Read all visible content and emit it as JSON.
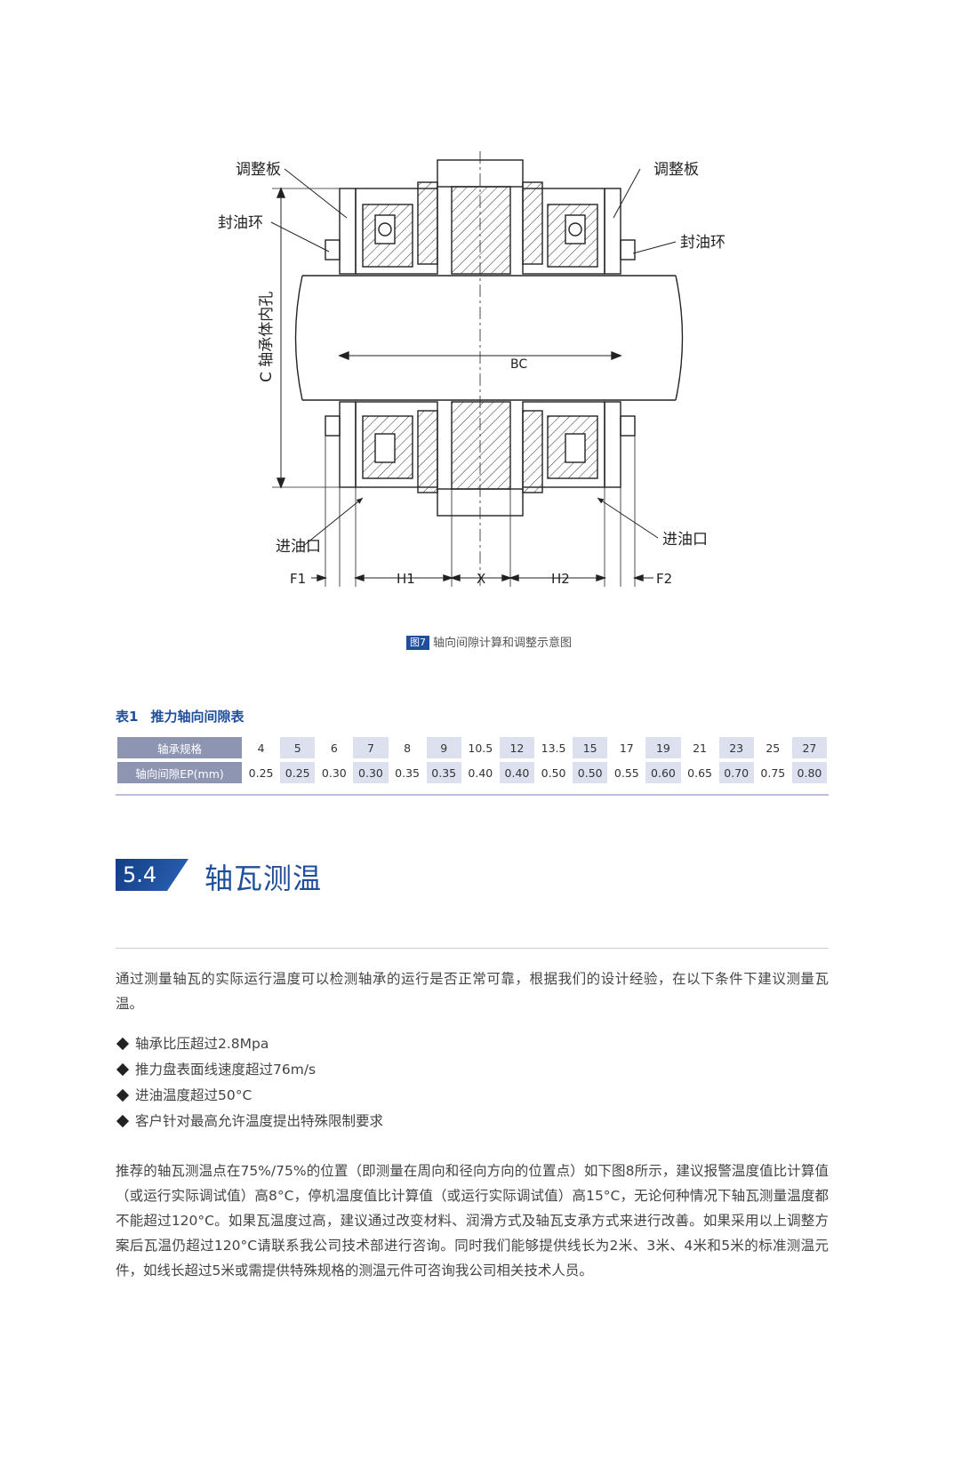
{
  "figure": {
    "labels": {
      "adjust_plate_left": "调整板",
      "adjust_plate_right": "调整板",
      "oil_ring_left": "封油环",
      "oil_ring_right": "封油环",
      "bore_label": "C 轴承体内孔",
      "bc": "BC",
      "oil_inlet_left": "进油口",
      "oil_inlet_right": "进油口",
      "f1": "F1",
      "h1": "H1",
      "x": "X",
      "h2": "H2",
      "f2": "F2"
    },
    "caption_tag": "图7",
    "caption_text": "轴向间隙计算和调整示意图"
  },
  "table": {
    "number": "表1",
    "title": "推力轴向间隙表",
    "row_headers": [
      "轴承规格",
      "轴向间隙EP(mm)"
    ],
    "sizes": [
      "4",
      "5",
      "6",
      "7",
      "8",
      "9",
      "10.5",
      "12",
      "13.5",
      "15",
      "17",
      "19",
      "21",
      "23",
      "25",
      "27"
    ],
    "clearances": [
      "0.25",
      "0.25",
      "0.30",
      "0.30",
      "0.35",
      "0.35",
      "0.40",
      "0.40",
      "0.50",
      "0.50",
      "0.55",
      "0.60",
      "0.65",
      "0.70",
      "0.75",
      "0.80"
    ]
  },
  "section": {
    "number": "5.4",
    "title": "轴瓦测温",
    "intro": "通过测量轴瓦的实际运行温度可以检测轴承的运行是否正常可靠，根据我们的设计经验，在以下条件下建议测量瓦温。",
    "bullets": [
      "轴承比压超过2.8Mpa",
      "推力盘表面线速度超过76m/s",
      "进油温度超过50°C",
      "客户针对最高允许温度提出特殊限制要求"
    ],
    "body": "推荐的轴瓦测温点在75%/75%的位置（即测量在周向和径向方向的位置点）如下图8所示，建议报警温度值比计算值（或运行实际调试值）高8°C，停机温度值比计算值（或运行实际调试值）高15°C，无论何种情况下轴瓦测量温度都不能超过120°C。如果瓦温度过高，建议通过改变材料、润滑方式及轴瓦支承方式来进行改善。如果采用以上调整方案后瓦温仍超过120°C请联系我公司技术部进行咨询。同时我们能够提供线长为2米、3米、4米和5米的标准测温元件，如线长超过5米或需提供特殊规格的测温元件可咨询我公司相关技术人员。"
  },
  "colors": {
    "accent": "#1f4f9c",
    "table_header": "#8e95b3",
    "table_shade": "#dde1ef"
  }
}
